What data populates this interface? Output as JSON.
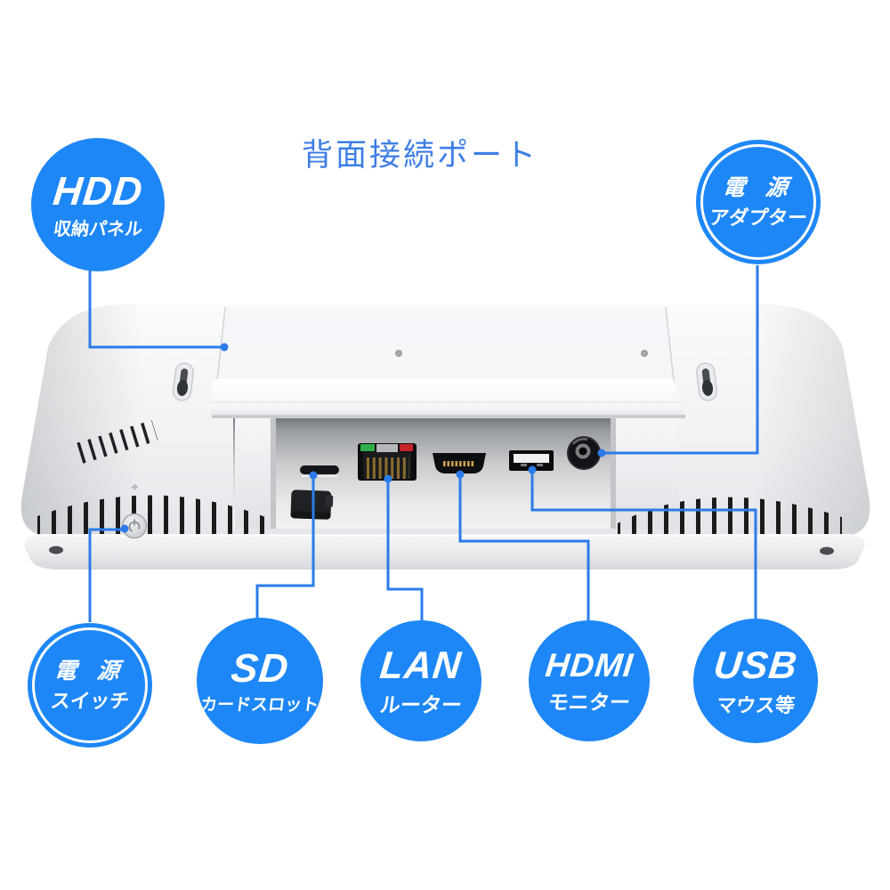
{
  "title": "背面接続ポート",
  "colors": {
    "label_blue": "#1E87F7",
    "line_blue": "#2B7CE8",
    "title_blue": "#3E7DE5",
    "lan_led_green": "#2DB04A",
    "lan_led_red": "#C6252B"
  },
  "labels": {
    "hdd": {
      "title": "HDD",
      "subtitle": "収納パネル"
    },
    "power_adapter": {
      "title": "電 源",
      "subtitle": "アダプター"
    },
    "power_switch": {
      "title": "電 源",
      "subtitle": "スイッチ"
    },
    "sd": {
      "title": "SD",
      "subtitle": "カードスロット"
    },
    "lan": {
      "title": "LAN",
      "subtitle": "ルーター"
    },
    "hdmi": {
      "title": "HDMI",
      "subtitle": "モニター"
    },
    "usb": {
      "title": "USB",
      "subtitle": "マウス等"
    }
  },
  "icons": {
    "power_button_icon": "⏻"
  }
}
